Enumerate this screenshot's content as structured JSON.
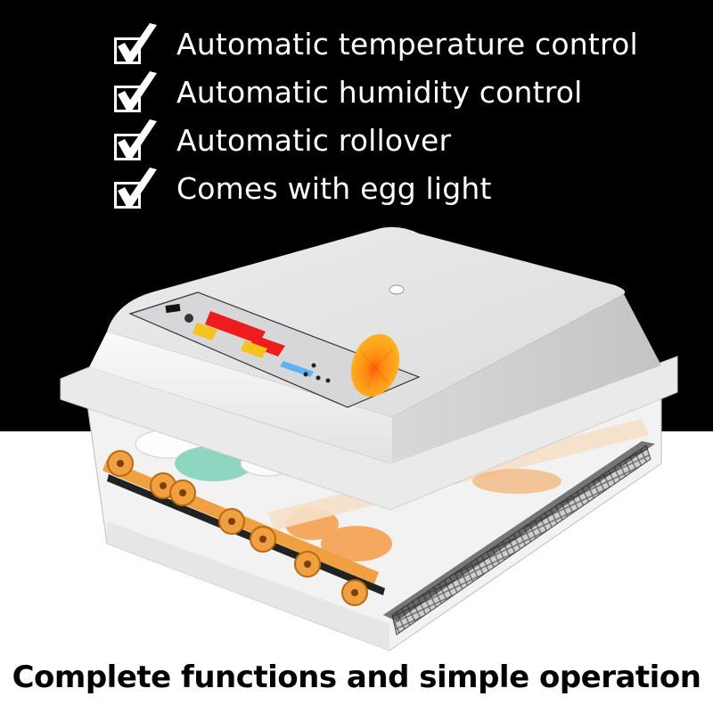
{
  "features": [
    {
      "label": "Automatic temperature control",
      "icon": "checkbox-checked-icon"
    },
    {
      "label": "Automatic humidity control",
      "icon": "checkbox-checked-icon"
    },
    {
      "label": "Automatic rollover",
      "icon": "checkbox-checked-icon"
    },
    {
      "label": "Comes with egg light",
      "icon": "checkbox-checked-icon"
    }
  ],
  "caption": "Complete functions and simple operation",
  "product": {
    "name": "egg incubator",
    "colors": {
      "lid": "#e6e6e6",
      "display_red": "#ee1c1c",
      "display_yellow": "#f7c21a",
      "gear_orange": "#f0a040",
      "egg_candle": "#f7a21a",
      "egg_green": "#8fd6c0",
      "egg_orange": "#f4a860"
    }
  }
}
